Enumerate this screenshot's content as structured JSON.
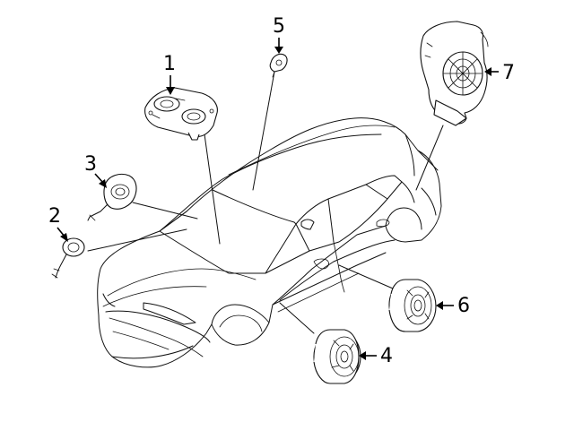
{
  "callouts": [
    {
      "id": "1",
      "label": "1"
    },
    {
      "id": "2",
      "label": "2"
    },
    {
      "id": "3",
      "label": "3"
    },
    {
      "id": "4",
      "label": "4"
    },
    {
      "id": "5",
      "label": "5"
    },
    {
      "id": "6",
      "label": "6"
    },
    {
      "id": "7",
      "label": "7"
    }
  ],
  "colors": {
    "line": "#111111",
    "background": "#ffffff"
  }
}
